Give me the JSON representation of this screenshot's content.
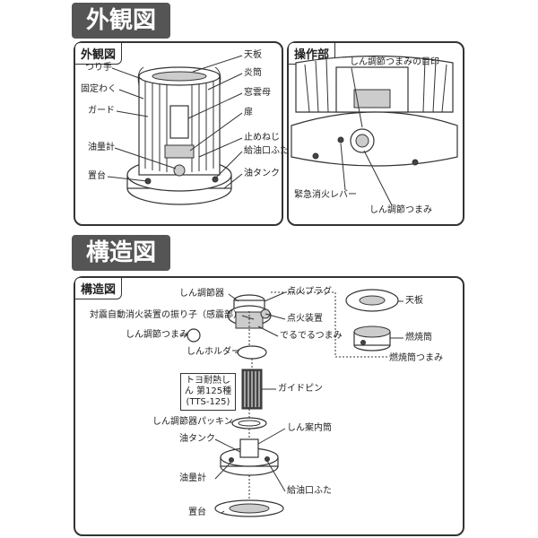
{
  "section1": {
    "title": "外観図"
  },
  "section2": {
    "title": "構造図"
  },
  "exterior": {
    "tag": "外観図",
    "labels": {
      "top_plate": "天板",
      "handle": "つり手",
      "chimney": "炎筒",
      "fixing_frame": "固定わく",
      "mica_window": "窓雲母",
      "guard": "ガード",
      "door": "扉",
      "stop_screw": "止めねじ",
      "fuel_gauge": "油量計",
      "fuel_cap": "給油口ふた",
      "fuel_tank": "油タンク",
      "base": "置台"
    }
  },
  "controls": {
    "tag": "操作部",
    "labels": {
      "wick_knob_mark": "しん調節つまみの目印",
      "emergency_lever": "緊急消火レバー",
      "wick_knob": "しん調節つまみ"
    }
  },
  "structure": {
    "tag": "構造図",
    "labels": {
      "wick_adjuster": "しん調節器",
      "ignition_plug": "点火プラグ",
      "quake_pendulum": "対震自動消火装置の振り子（感震部）",
      "igniter": "点火装置",
      "wick_knob": "しん調節つまみ",
      "dederu_knob": "でるでるつまみ",
      "wick_holder": "しんホルダー",
      "wick_name": "トヨ耐熱しん 第125種 (TTS-125)",
      "guide_pin": "ガイドピン",
      "adjuster_packing": "しん調節器パッキン",
      "wick_guide": "しん案内筒",
      "fuel_tank": "油タンク",
      "fuel_gauge": "油量計",
      "fuel_cap": "給油口ふた",
      "base": "置台",
      "top_plate": "天板",
      "burner": "燃焼筒",
      "burner_knob": "燃焼筒つまみ"
    }
  }
}
